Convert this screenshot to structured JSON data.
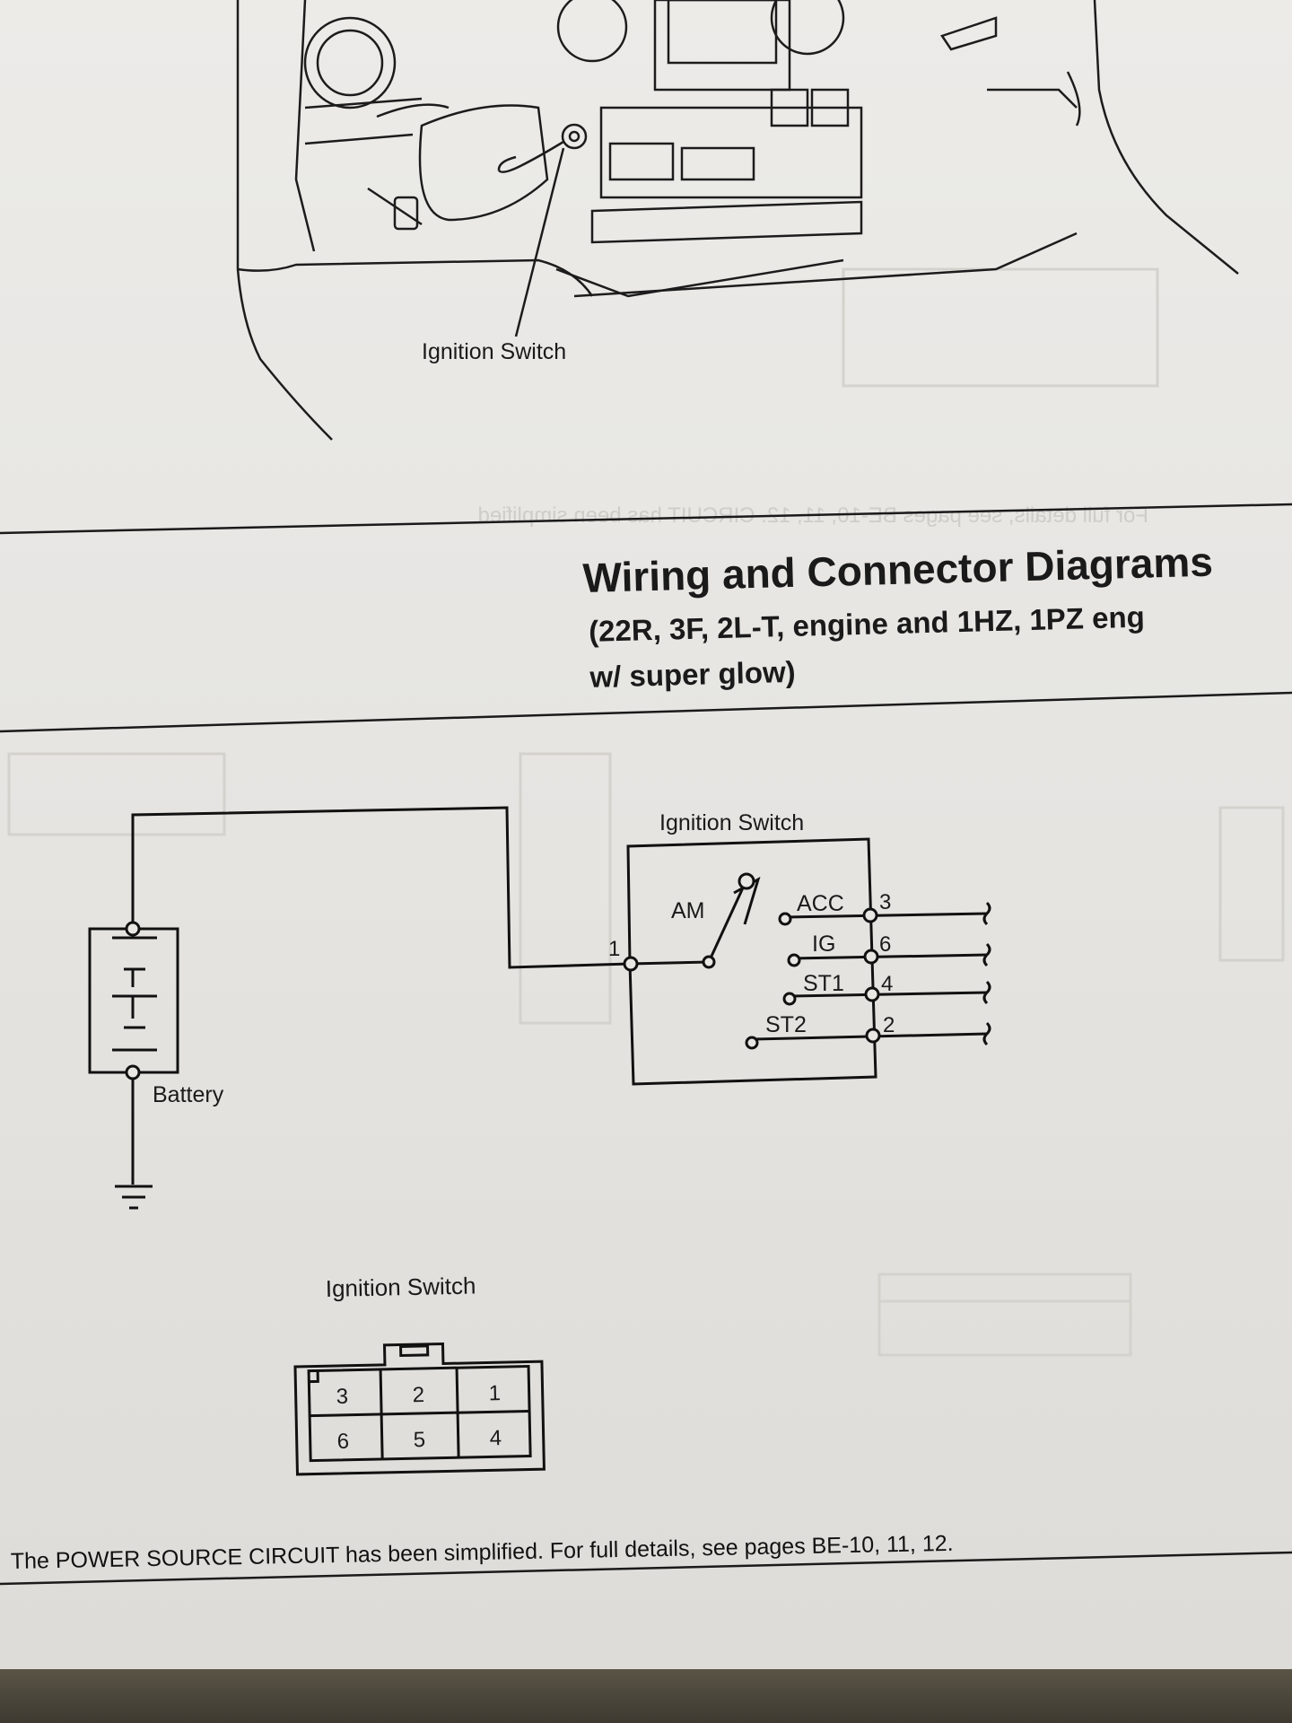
{
  "illustration": {
    "callout_label": "Ignition Switch"
  },
  "section": {
    "title": "Wiring and Connector Diagrams",
    "subtitle_line1": "(22R, 3F, 2L-T, engine and 1HZ, 1PZ eng",
    "subtitle_line2": "w/ super glow)"
  },
  "circuit": {
    "switch_label": "Ignition Switch",
    "battery_label": "Battery",
    "am_label": "AM",
    "input_pin": "1",
    "terminals": [
      {
        "name": "ACC",
        "pin": "3"
      },
      {
        "name": "IG",
        "pin": "6"
      },
      {
        "name": "ST1",
        "pin": "4"
      },
      {
        "name": "ST2",
        "pin": "2"
      }
    ]
  },
  "connector": {
    "label": "Ignition Switch",
    "pins": [
      "3",
      "2",
      "1",
      "6",
      "5",
      "4"
    ]
  },
  "footnote": "The POWER SOURCE CIRCUIT has been simplified. For full details, see pages BE-10, 11, 12.",
  "colors": {
    "ink": "#1a1a1a",
    "paper": "#e8e7e4",
    "ghost": "#cfcdc8"
  }
}
